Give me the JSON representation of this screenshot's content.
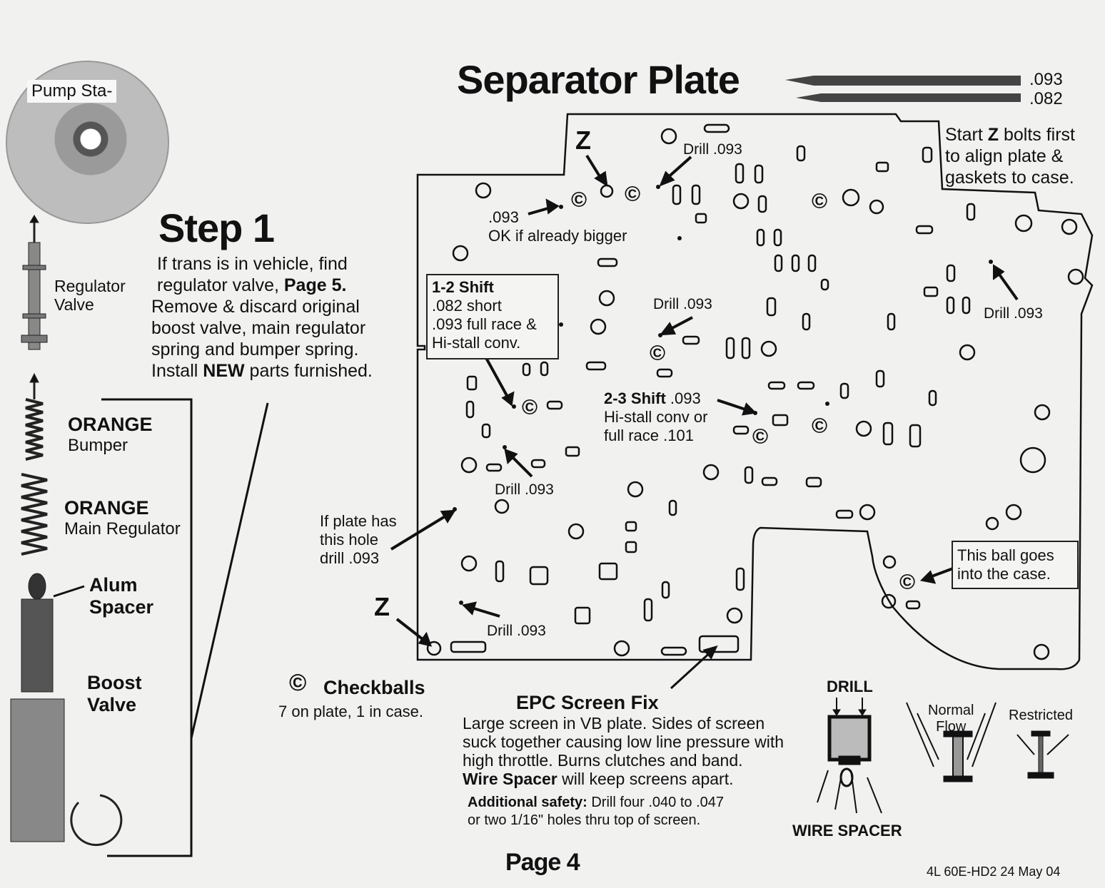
{
  "title": "Separator Plate",
  "drill_sizes": [
    ".093",
    ".082"
  ],
  "pump_label": "Pump Sta-",
  "parts": {
    "regulator_valve": [
      "Regulator",
      "Valve"
    ],
    "bumper": {
      "color": "ORANGE",
      "name": "Bumper"
    },
    "main_regulator": {
      "color": "ORANGE",
      "name": "Main Regulator"
    },
    "alum_spacer": [
      "Alum",
      "Spacer"
    ],
    "boost_valve": [
      "Boost",
      "Valve"
    ]
  },
  "step1": {
    "heading": "Step 1",
    "line1": "If trans is in vehicle, find",
    "line2_pre": "regulator valve, ",
    "line2_bold": "Page 5.",
    "line3": "Remove & discard original",
    "line4": "boost valve, main regulator",
    "line5": "spring and bumper spring.",
    "line6_pre": "Install ",
    "line6_bold": "NEW",
    "line6_post": " parts furnished."
  },
  "callouts": {
    "z_top": "Z",
    "z_bottom": "Z",
    "drill_top": "Drill .093",
    "ok_bigger_size": ".093",
    "ok_bigger": "OK if already bigger",
    "drill_center": "Drill .093",
    "drill_right": "Drill .093",
    "drill_mid_left": "Drill .093",
    "drill_bottom": "Drill .093",
    "if_plate": [
      "If plate has",
      "this hole",
      "drill .093"
    ],
    "shift_23_title": "2-3 Shift",
    "shift_23_size": " .093",
    "shift_23_lines": [
      "Hi-stall conv or",
      "full race .101"
    ],
    "start_z_pre": "Start ",
    "start_z_bold": "Z",
    "start_z_post": " bolts first",
    "start_z_lines": [
      "to align plate &",
      "gaskets to case."
    ],
    "ball_case": [
      "This ball goes",
      "into the case."
    ]
  },
  "shift_12": {
    "title": "1-2 Shift",
    "lines": [
      ".082 short",
      ".093 full race &",
      "Hi-stall conv."
    ]
  },
  "checkballs": {
    "symbol": "©",
    "title": "Checkballs",
    "note": "7 on plate, 1 in case."
  },
  "epc": {
    "title": "EPC Screen Fix",
    "lines": [
      "Large screen in VB plate.  Sides of screen",
      "suck together causing low line pressure with",
      "high throttle.  Burns clutches and band."
    ],
    "wire_bold": "Wire Spacer",
    "wire_rest": " will keep screens apart.",
    "safety_bold": "Additional safety:",
    "safety_rest": " Drill four .040 to .047",
    "safety_line2": "or two 1/16\" holes thru top of screen."
  },
  "screen_diagram": {
    "drill": "DRILL",
    "wire_spacer": "WIRE SPACER",
    "normal_flow": [
      "Normal",
      "Flow"
    ],
    "restricted": "Restricted"
  },
  "footer": {
    "page": "Page 4",
    "doc_id": "4L 60E-HD2  24 May  04"
  }
}
